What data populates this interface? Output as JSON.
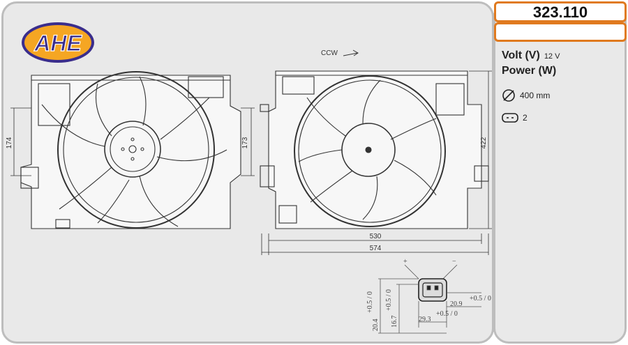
{
  "brand": {
    "logo_text": "AHE",
    "colors": {
      "logo_fill": "#f5a623",
      "logo_border": "#3a2d8c"
    }
  },
  "product": {
    "part_number": "323.110",
    "secondary_code": ""
  },
  "specs": {
    "volt_label": "Volt (V)",
    "volt_value": "12 V",
    "power_label": "Power (W)",
    "power_value": "",
    "diameter_icon": "diameter-icon",
    "diameter_value": "400 mm",
    "connector_icon": "connector-icon",
    "connector_value": "2"
  },
  "drawing": {
    "rotation_label": "CCW",
    "dim_174": "174",
    "dim_173": "173",
    "dim_422": "422",
    "dim_530": "530",
    "dim_574": "574",
    "connector_dims": {
      "plus": "+",
      "minus": "−",
      "w_209": "20.9",
      "w_209_tol": "+0.5 / 0",
      "h_204": "20.4",
      "h_204_tol": "+0.5 / 0",
      "h_167": "16.7",
      "h_167_tol": "+0.5 / 0",
      "w_293": "29.3",
      "w_293_tol": "+0.5 / 0"
    }
  }
}
